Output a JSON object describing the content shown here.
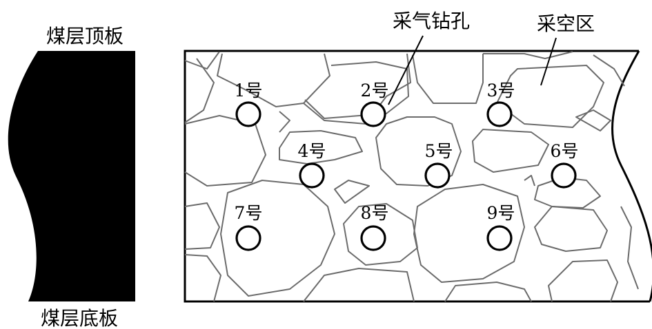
{
  "labels": {
    "roof": "煤层顶板",
    "floor": "煤层底板",
    "gas_drill_hole": "采气钻孔",
    "goaf": "采空区"
  },
  "boreholes": [
    {
      "id": 1,
      "label": "1号"
    },
    {
      "id": 2,
      "label": "2号"
    },
    {
      "id": 3,
      "label": "3号"
    },
    {
      "id": 4,
      "label": "4号"
    },
    {
      "id": 5,
      "label": "5号"
    },
    {
      "id": 6,
      "label": "6号"
    },
    {
      "id": 7,
      "label": "7号"
    },
    {
      "id": 8,
      "label": "8号"
    },
    {
      "id": 9,
      "label": "9号"
    }
  ],
  "colors": {
    "coal_seam": "#000000",
    "rock_outline": "#6b6b6b",
    "border": "#000000"
  }
}
